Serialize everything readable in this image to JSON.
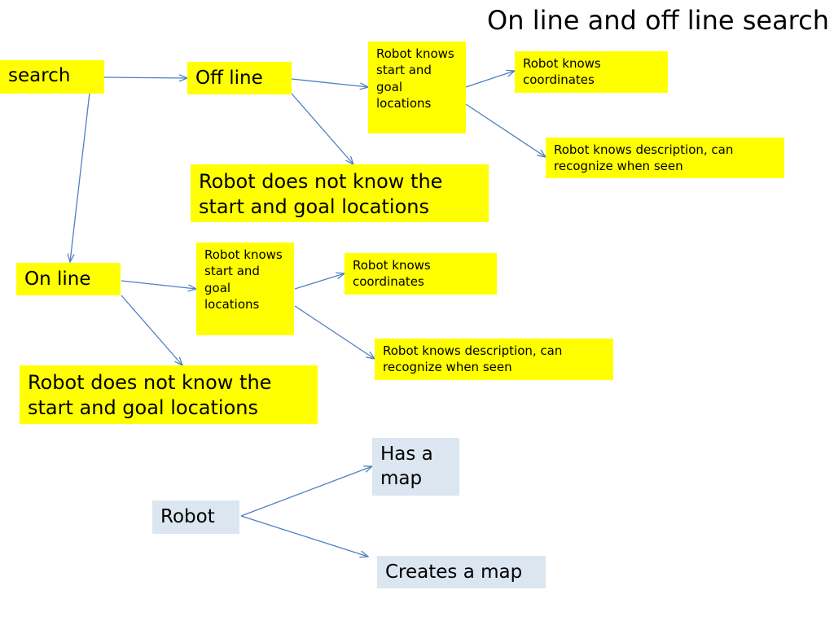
{
  "title": "On line and off line search",
  "colors": {
    "node_fill": "#ffff00",
    "robot_node_fill": "#dce6f0",
    "arrow": "#4f81bd"
  },
  "nodes": {
    "search": "search",
    "off_line": "Off line",
    "off_knows_start_goal": "Robot knows start and goal locations",
    "off_knows_coordinates": "Robot knows coordinates",
    "off_knows_description": "Robot knows description, can recognize when seen",
    "off_not_know": "Robot does not know the start and goal locations",
    "on_line": "On line",
    "on_knows_start_goal": "Robot knows start and goal locations",
    "on_knows_coordinates": "Robot knows coordinates",
    "on_knows_description": "Robot knows description, can recognize when seen",
    "on_not_know": "Robot does not know the start and goal locations",
    "robot": "Robot",
    "has_map": "Has a map",
    "creates_map": "Creates a map"
  }
}
